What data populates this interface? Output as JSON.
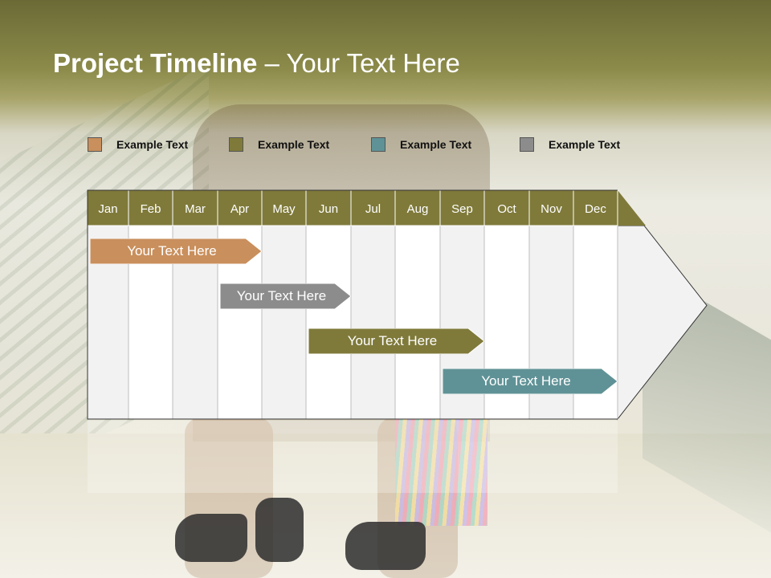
{
  "title": {
    "bold": "Project Timeline",
    "rest": " – Your Text Here"
  },
  "legend": [
    {
      "label": "Example Text",
      "color": "#c98f5c"
    },
    {
      "label": "Example Text",
      "color": "#7f7a3a"
    },
    {
      "label": "Example Text",
      "color": "#5f9296"
    },
    {
      "label": "Example Text",
      "color": "#8c8c8c"
    }
  ],
  "months": [
    "Jan",
    "Feb",
    "Mar",
    "Apr",
    "May",
    "Jun",
    "Jul",
    "Aug",
    "Sep",
    "Oct",
    "Nov",
    "Dec"
  ],
  "tasks": [
    {
      "label": "Your  Text Here",
      "start": "Jan",
      "end": "Apr",
      "color": "#c98f5c"
    },
    {
      "label": "Your  Text Here",
      "start": "Apr",
      "end": "Jun",
      "color": "#8c8c8c"
    },
    {
      "label": "Your  Text Here",
      "start": "Jun",
      "end": "Sep",
      "color": "#7f7a3a"
    },
    {
      "label": "Your  Text Here",
      "start": "Sep",
      "end": "Dec",
      "color": "#5f9296"
    }
  ],
  "colors": {
    "header": "#7f7a3a",
    "grid_light": "#f2f2f2",
    "grid_white": "#ffffff"
  }
}
